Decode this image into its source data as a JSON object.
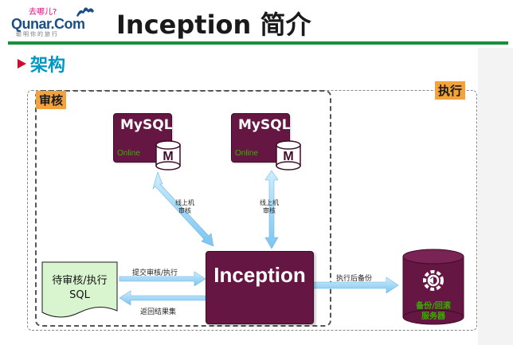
{
  "header": {
    "logo_top": "去哪儿?",
    "logo_main": "Qunar.Com",
    "logo_sub": "聪明你的旅行",
    "title": "Inception 简介"
  },
  "section": {
    "title": "架构"
  },
  "regions": {
    "audit": "审核",
    "execute": "执行"
  },
  "nodes": {
    "mysql_left": {
      "name": "MySQL",
      "status": "Online",
      "badge": "M"
    },
    "mysql_right": {
      "name": "MySQL",
      "status": "Online",
      "badge": "M"
    },
    "inception": "Inception",
    "sql_doc": {
      "line1": "待审核/执行",
      "line2": "SQL"
    },
    "backup": {
      "line1": "备份/回滚",
      "line2": "服务器"
    }
  },
  "edges": {
    "online_left": {
      "line1": "线上机",
      "line2": "审核"
    },
    "online_right": {
      "line1": "线上机",
      "line2": "审核"
    },
    "submit": "提交审核/执行",
    "return": "返回结果集",
    "backup_after": "执行后备份"
  },
  "colors": {
    "db_fill": "#651642",
    "arrow_fill": "#9ad4f5",
    "status_green": "#38b000",
    "region_orange": "#f4a23c",
    "header_line": "#1a8f3b"
  }
}
